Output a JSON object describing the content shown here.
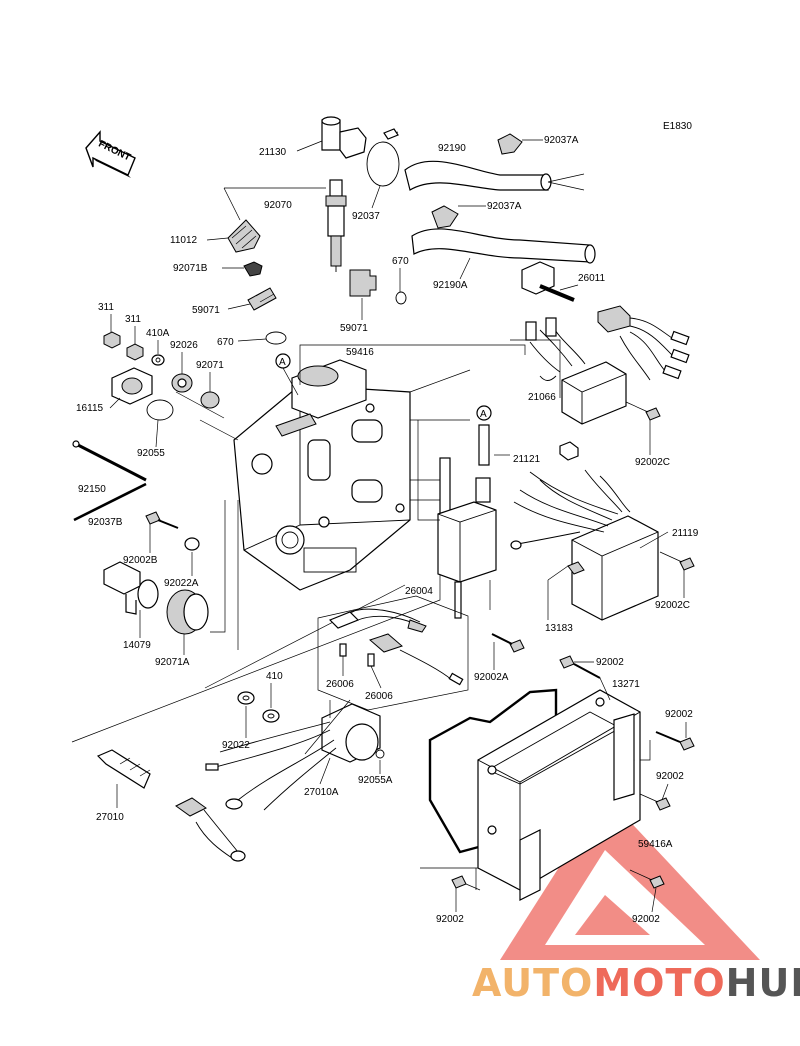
{
  "diagram_code": "E1830",
  "front_label": "FRONT",
  "callout_marker": "A",
  "watermark": {
    "part1": "AUTO",
    "part2": "MOTO",
    "part3": "HUB",
    "color_light": "#f2b36a",
    "color_mid": "#ee6a5a",
    "color_dark": "#555555"
  },
  "parts": {
    "p21130": "21130",
    "p92070": "92070",
    "p11012": "11012",
    "p92037": "92037",
    "p92190": "92190",
    "p92037A_1": "92037A",
    "p92037A_2": "92037A",
    "p92190A": "92190A",
    "p670_1": "670",
    "p92071B": "92071B",
    "p59071_1": "59071",
    "p59071_2": "59071",
    "p670_2": "670",
    "p311_1": "311",
    "p311_2": "311",
    "p410A": "410A",
    "p92026": "92026",
    "p92071": "92071",
    "p59416": "59416",
    "p26011": "26011",
    "p21066": "21066",
    "p16115": "16115",
    "p92055": "92055",
    "p92002C_1": "92002C",
    "p21121": "21121",
    "p92150": "92150",
    "p92037B": "92037B",
    "p21119": "21119",
    "p92002B": "92002B",
    "p92022A": "92022A",
    "p92002C_2": "92002C",
    "p13183": "13183",
    "p14079": "14079",
    "p26004": "26004",
    "p92071A": "92071A",
    "p26006_1": "26006",
    "p26006_2": "26006",
    "p92002A": "92002A",
    "p92002_1": "92002",
    "p13271": "13271",
    "p410": "410",
    "p92002_2": "92002",
    "p92022": "92022",
    "p27010A": "27010A",
    "p92055A": "92055A",
    "p92002_3": "92002",
    "p59416A": "59416A",
    "p27010": "27010",
    "p92002_4": "92002",
    "p92002_5": "92002"
  }
}
